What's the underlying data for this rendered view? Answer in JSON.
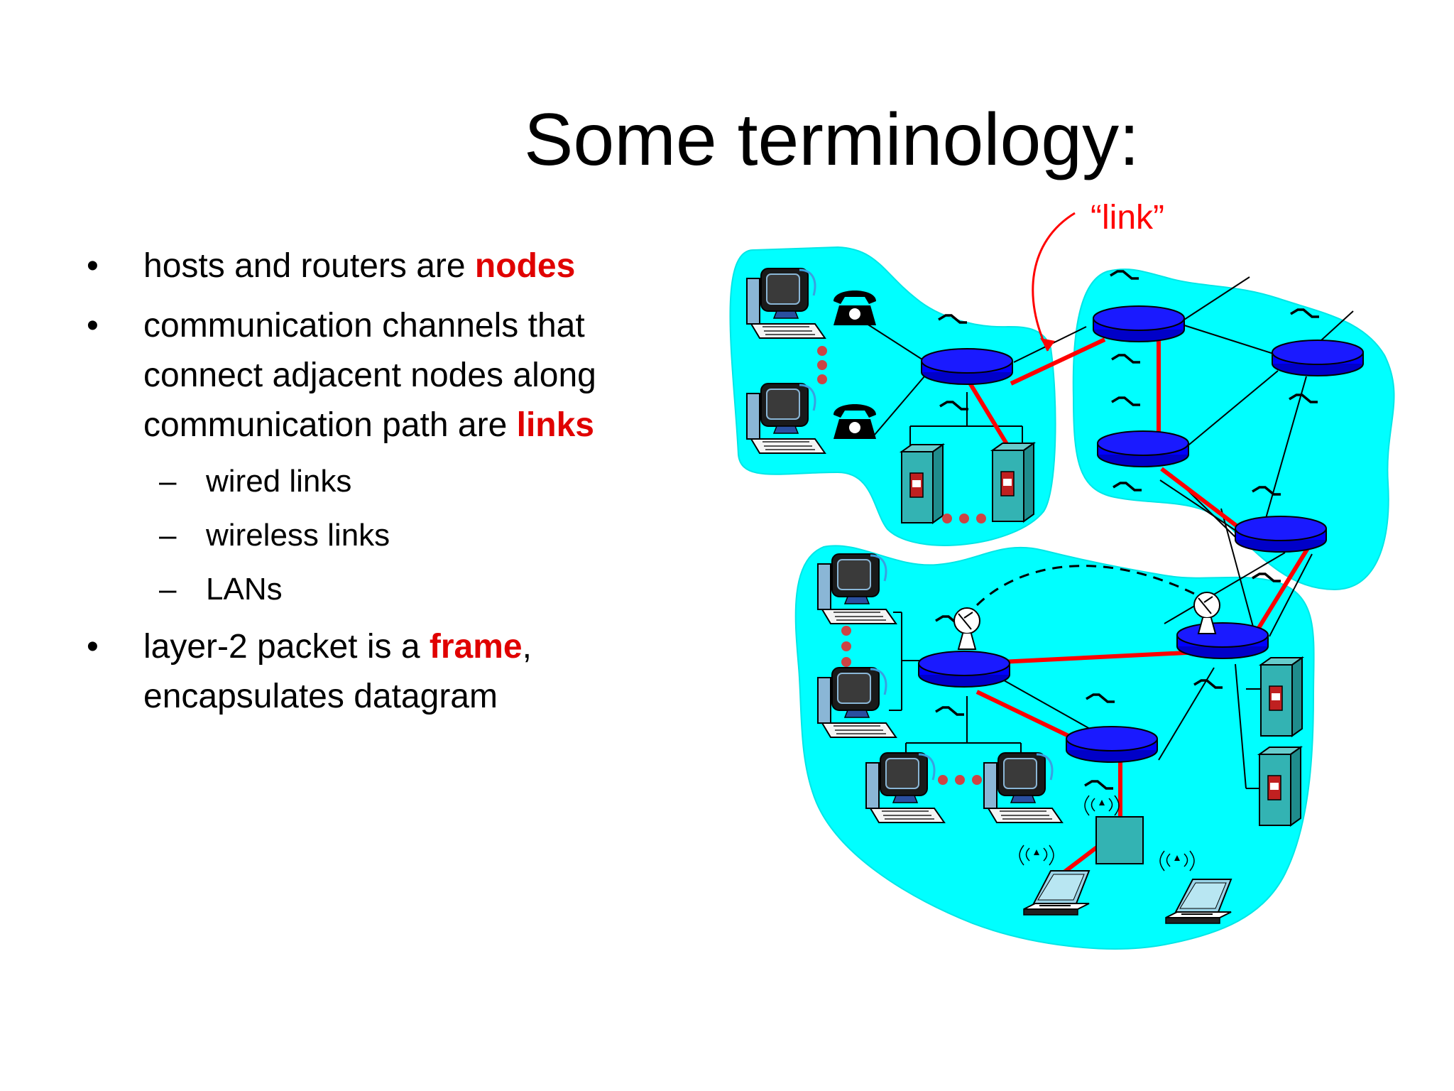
{
  "title": "Some terminology:",
  "bullets": [
    {
      "text": "hosts and routers are ",
      "em": "nodes",
      "after": ""
    },
    {
      "text": "communication channels that connect adjacent nodes along communication path are ",
      "em": "links",
      "after": ""
    },
    {
      "text": "layer-2 packet is a ",
      "em": "frame",
      "after": ", encapsulates datagram"
    }
  ],
  "sub_bullets": [
    "wired links",
    "wireless links",
    "LANs"
  ],
  "diagram": {
    "link_label": "“link”",
    "colors": {
      "cloud": "#00ffff",
      "router": "#0000ff",
      "link": "#ff0000",
      "dots": "#cc4444",
      "server": "#33b3b3"
    }
  }
}
